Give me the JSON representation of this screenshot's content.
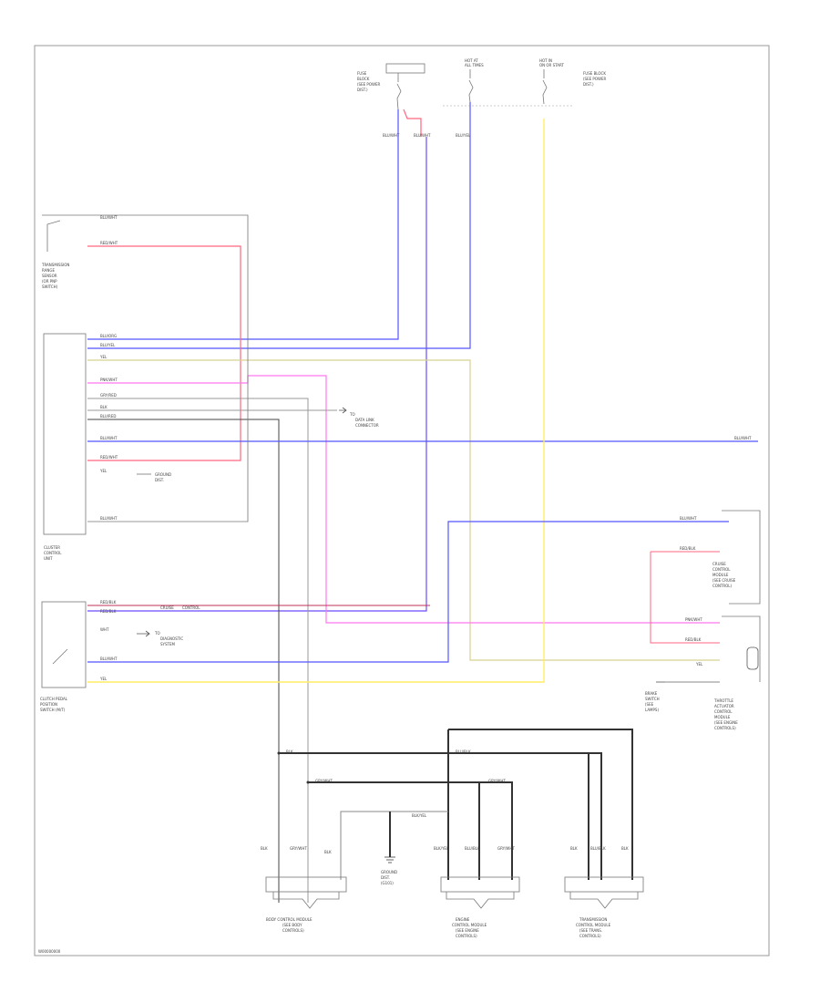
{
  "page_code": "W00000000",
  "colors": {
    "blue": "#5555ff",
    "red": "#ff6680",
    "pink": "#ff77ee",
    "yellow": "#ffee66",
    "olive": "#d8d090",
    "gray": "#888888",
    "black": "#333333",
    "frame": "#999999"
  },
  "components": {
    "fuse_top_left": [
      "FUSE",
      "BLOCK",
      "(SEE POWER",
      "DIST.)"
    ],
    "fuse_top_mid": [
      "HOT AT",
      "ALL TIMES"
    ],
    "fuse_top_right": [
      "HOT IN",
      "ON OR START",
      "(SEE POWER",
      "DIST.)"
    ],
    "fuse_top_right_label": [
      "FUSE BLOCK",
      "(SEE POWER",
      "DIST.)"
    ],
    "trans_range_sensor": [
      "TRANSMISSION",
      "RANGE",
      "SENSOR",
      "(OR PNP",
      "SWITCH)"
    ],
    "cluster_control_unit": [
      "CLUSTER",
      "CONTROL",
      "UNIT"
    ],
    "clutch_switch": [
      "CLUTCH PEDAL",
      "POSITION",
      "SWITCH (M/T)"
    ],
    "data_link_note": [
      "TO",
      "DATA LINK",
      "CONNECTOR"
    ],
    "ground_note": [
      "GROUND",
      "DIST."
    ],
    "cruise_module": [
      "CRUISE",
      "CONTROL",
      "MODULE",
      "(SEE CRUISE",
      "CONTROL)"
    ],
    "throttle_actuator": [
      "THROTTLE",
      "ACTUATOR",
      "CONTROL",
      "MODULE",
      "(SEE ENGINE",
      "CONTROLS)"
    ],
    "brake_switch_note": [
      "BRAKE",
      "SWITCH",
      "(SEE",
      "LAMPS)"
    ],
    "ground_bottom": [
      "GROUND",
      "DIST.",
      "(G101)"
    ],
    "bottom_left_module": [
      "BODY CONTROL MODULE",
      "(SEE BODY",
      "CONTROLS)"
    ],
    "bottom_mid_module": [
      "ENGINE",
      "CONTROL MODULE",
      "(SEE ENGINE",
      "CONTROLS)"
    ],
    "bottom_right_module": [
      "TRANSMISSION",
      "CONTROL MODULE",
      "(SEE TRANS.",
      "CONTROLS)"
    ]
  },
  "wire_labels": {
    "blu_wht": "BLU/WHT",
    "red_wht": "RED/WHT",
    "blu_org": "BLU/ORG",
    "blu_yel": "BLU/YEL",
    "yel": "YEL",
    "pnk_wht": "PNK/WHT",
    "gry_red": "GRY/RED",
    "blk": "BLK",
    "blu_red": "BLU/RED",
    "gry_wht": "GRY/WHT",
    "blk_yel": "BLK/YEL",
    "red_blk": "RED/BLK",
    "wht": "WHT",
    "blu_blk": "BLU/BLK"
  },
  "notes": {
    "see_diagnostic": [
      "TO",
      "DIAGNOSTIC",
      "SYSTEM"
    ],
    "cruise_note": [
      "CRUISE",
      "CONTROL"
    ]
  }
}
